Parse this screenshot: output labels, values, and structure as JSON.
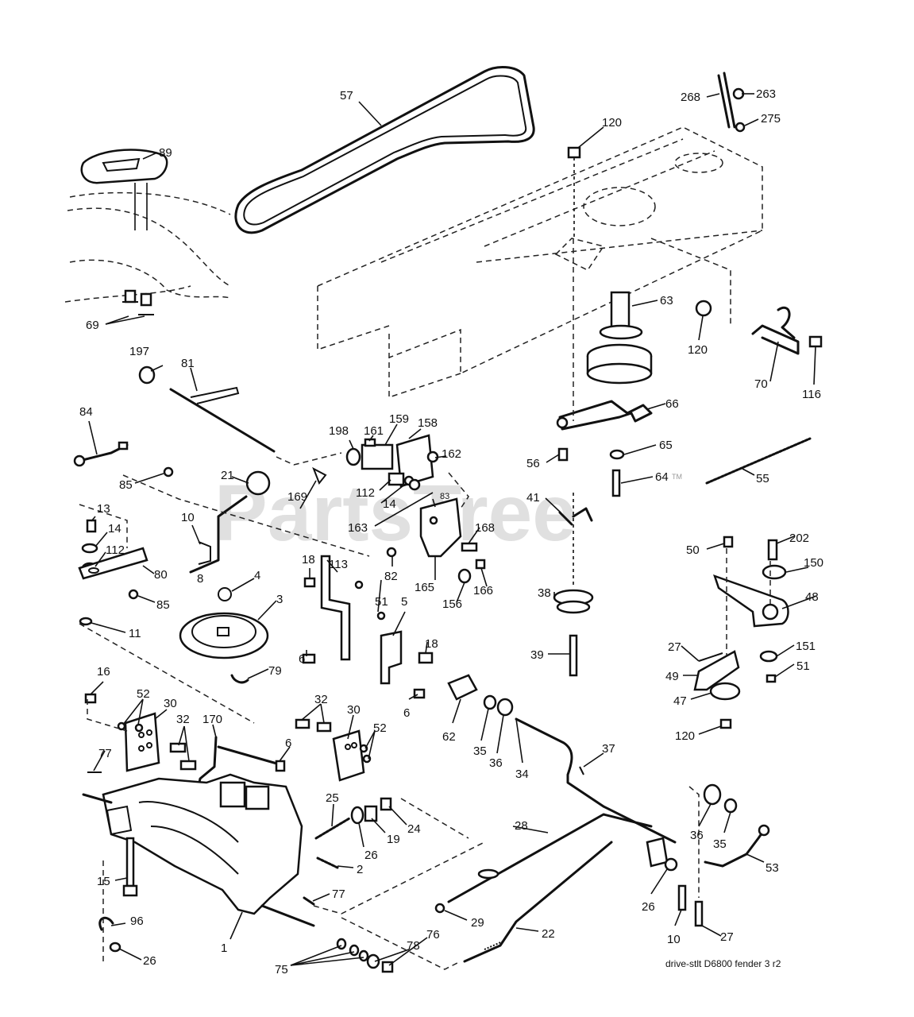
{
  "watermark": "PartsTree",
  "watermark_tm": "TM",
  "footer_text": "drive-stlt D6800 fender 3 r2",
  "callouts": {
    "c1": "1",
    "c2": "2",
    "c3": "3",
    "c4": "4",
    "c5": "5",
    "c6a": "6",
    "c6b": "6",
    "c6c": "6",
    "c8": "8",
    "c10a": "10",
    "c10b": "10",
    "c11": "11",
    "c13": "13",
    "c14a": "14",
    "c14b": "14",
    "c15": "15",
    "c16": "16",
    "c18a": "18",
    "c18b": "18",
    "c19": "19",
    "c21": "21",
    "c22": "22",
    "c24": "24",
    "c25": "25",
    "c26a": "26",
    "c26b": "26",
    "c26c": "26",
    "c27a": "27",
    "c27b": "27",
    "c28": "28",
    "c29": "29",
    "c30a": "30",
    "c30b": "30",
    "c32a": "32",
    "c32b": "32",
    "c34": "34",
    "c35a": "35",
    "c35b": "35",
    "c36a": "36",
    "c36b": "36",
    "c37": "37",
    "c38": "38",
    "c39": "39",
    "c41": "41",
    "c47": "47",
    "c48": "48",
    "c49": "49",
    "c50": "50",
    "c51a": "51",
    "c51b": "51",
    "c52a": "52",
    "c52b": "52",
    "c53": "53",
    "c55": "55",
    "c56": "56",
    "c57": "57",
    "c62": "62",
    "c63": "63",
    "c64": "64",
    "c65": "65",
    "c66": "66",
    "c69": "69",
    "c70": "70",
    "c75": "75",
    "c76": "76",
    "c77a": "77",
    "c77b": "77",
    "c78": "78",
    "c79": "79",
    "c80": "80",
    "c81": "81",
    "c82": "82",
    "c83": "83",
    "c84": "84",
    "c85a": "85",
    "c85b": "85",
    "c89": "89",
    "c96": "96",
    "c112a": "112",
    "c112b": "112",
    "c113": "113",
    "c116": "116",
    "c120a": "120",
    "c120b": "120",
    "c120c": "120",
    "c150": "150",
    "c151": "151",
    "c156": "156",
    "c158": "158",
    "c159": "159",
    "c161": "161",
    "c162": "162",
    "c163": "163",
    "c165": "165",
    "c166": "166",
    "c168": "168",
    "c169": "169",
    "c170": "170",
    "c197": "197",
    "c198": "198",
    "c202": "202",
    "c263": "263",
    "c268": "268",
    "c275": "275"
  }
}
